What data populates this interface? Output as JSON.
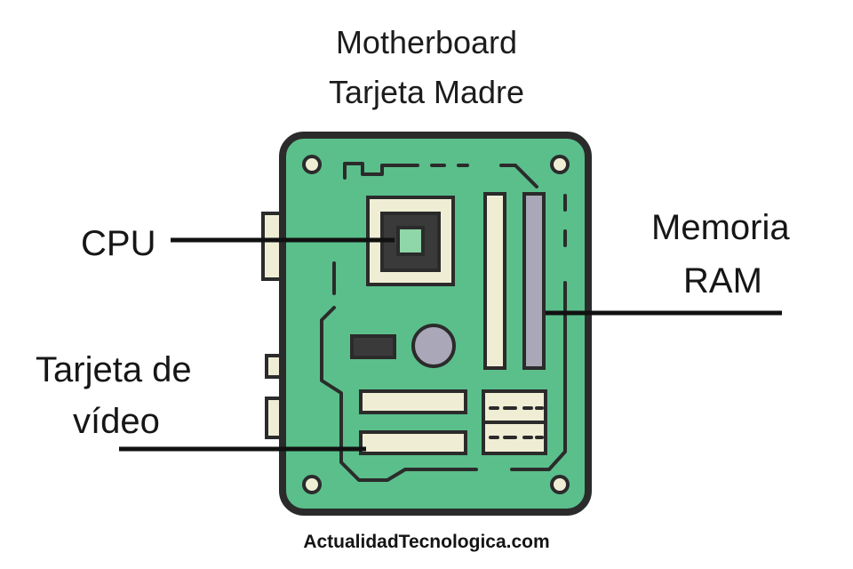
{
  "title": {
    "line1": "Motherboard",
    "line2": "Tarjeta Madre"
  },
  "labels": {
    "cpu": "CPU",
    "ram_line1": "Memoria",
    "ram_line2": "RAM",
    "video_line1": "Tarjeta de",
    "video_line2": "vídeo"
  },
  "footer": "ActualidadTecnologica.com",
  "colors": {
    "board": "#5bbf8b",
    "outline": "#2b2b2b",
    "cream": "#efeed5",
    "pink": "#f08cb2",
    "magenta": "#e23a78",
    "ram_slot": "#a9a7b8",
    "chip_dark": "#3a3a3a",
    "cpu_core": "#8fd6a8"
  }
}
